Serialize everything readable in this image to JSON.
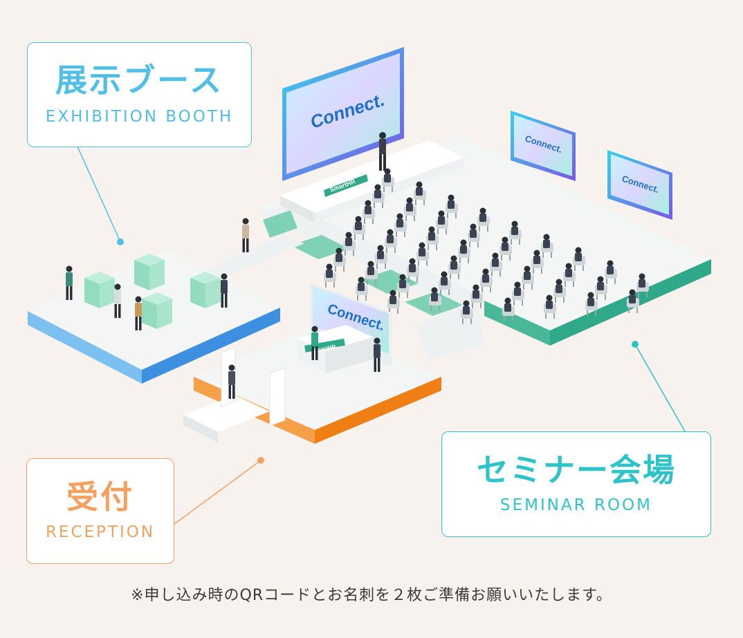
{
  "colors": {
    "background": "#f8f2ef",
    "exhibition": "#4fbfe8",
    "reception": "#f5a05c",
    "seminar": "#2cc4c9",
    "floor": "#f4f6f6",
    "exhibition_edge": "#3d8fe0",
    "reception_edge": "#ee8a1c",
    "seminar_edge": "#2fa98a",
    "path": "#7fd1b5"
  },
  "labels": {
    "exhibition": {
      "ja": "展示ブース",
      "en": "EXHIBITION BOOTH"
    },
    "reception": {
      "ja": "受付",
      "en": "RECEPTION"
    },
    "seminar": {
      "ja": "セミナー会場",
      "en": "SEMINAR ROOM"
    }
  },
  "screens": {
    "main_title": "Connect.",
    "reception_title": "Connect.",
    "side_title": "Connect."
  },
  "stage_logo": "SmartHR",
  "desk_logo": "SmartHR",
  "footnote": "※申し込み時のQRコードとお名刺を２枚ご準備お願いいたします。",
  "icons": [
    "person-icon",
    "chair-icon",
    "booth-cube-icon"
  ]
}
